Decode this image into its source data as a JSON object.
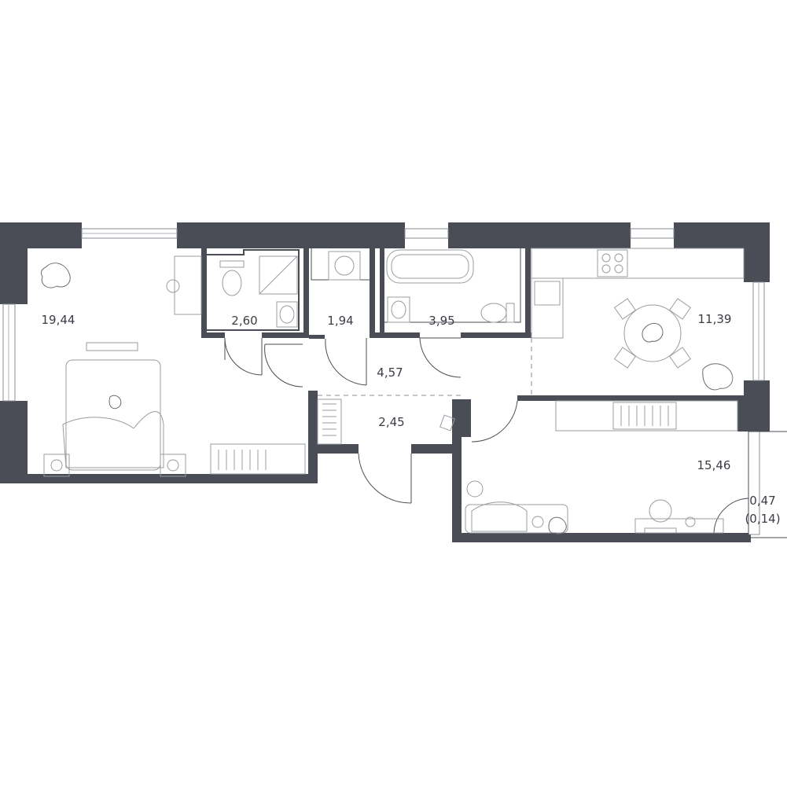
{
  "rooms": [
    {
      "id": "bedroom-1",
      "area": "19,44"
    },
    {
      "id": "bathroom-shower",
      "area": "2,60"
    },
    {
      "id": "laundry",
      "area": "1,94"
    },
    {
      "id": "bathroom-tub",
      "area": "3,95"
    },
    {
      "id": "kitchen",
      "area": "11,39"
    },
    {
      "id": "hallway",
      "area": "4,57"
    },
    {
      "id": "entry",
      "area": "2,45"
    },
    {
      "id": "bedroom-2",
      "area": "15,46"
    }
  ],
  "balcony": {
    "area": "0,47",
    "reduced_area": "(0,14)"
  },
  "colors": {
    "wall": "#4a4d55",
    "furniture": "#9a9ca2",
    "text": "#3a3d44"
  }
}
